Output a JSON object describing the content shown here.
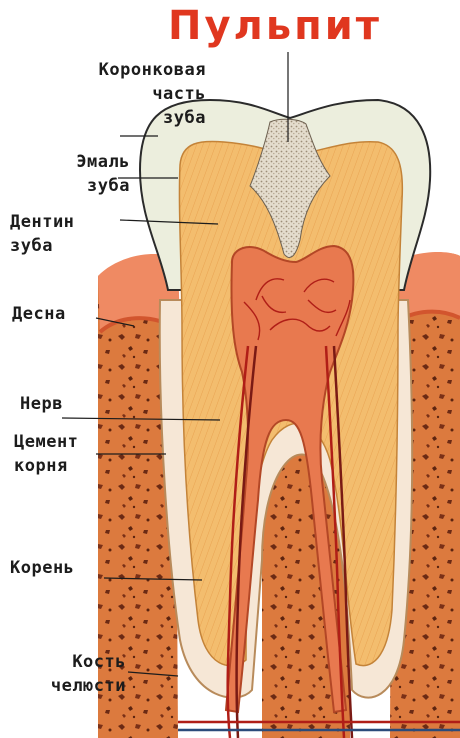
{
  "title": "Пульпит",
  "labels": {
    "crown": [
      "Коронковая",
      "часть",
      "зуба"
    ],
    "enamel": [
      "Эмаль",
      "зуба"
    ],
    "dentin": [
      "Дентин",
      "зуба"
    ],
    "gum": "Десна",
    "nerve": "Нерв",
    "cement": [
      "Цемент",
      "корня"
    ],
    "root": "Корень",
    "bone": [
      "Кость",
      "челюсти"
    ]
  },
  "colors": {
    "title": "#e0371f",
    "bone": "#d9743a",
    "gum": "#ef8a63",
    "enamel": "#eceedd",
    "dentin": "#f2ba6a",
    "pulp": "#e8794f",
    "vessels": "#b01e17",
    "caries": "#d6cab8"
  }
}
